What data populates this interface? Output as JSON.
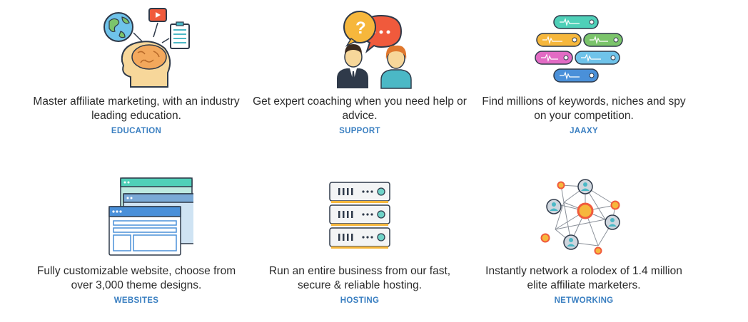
{
  "features": [
    {
      "description": "Master affiliate marketing, with an industry leading education.",
      "link": "EDUCATION"
    },
    {
      "description": "Get expert coaching when you need help or advice.",
      "link": "SUPPORT"
    },
    {
      "description": "Find millions of keywords, niches and spy on your competition.",
      "link": "JAAXY"
    },
    {
      "description": "Fully customizable website, choose from over 3,000 theme designs.",
      "link": "WEBSITES"
    },
    {
      "description": "Run an entire business from our fast, secure & reliable hosting.",
      "link": "HOSTING"
    },
    {
      "description": "Instantly network a rolodex of 1.4 million elite affiliate marketers.",
      "link": "NETWORKING"
    }
  ],
  "icons": [
    "education-icon",
    "support-icon",
    "jaaxy-icon",
    "websites-icon",
    "hosting-icon",
    "networking-icon"
  ],
  "colors": {
    "link": "#3a7fc1",
    "text": "#2b2b2b",
    "outline": "#2f3a4a"
  }
}
